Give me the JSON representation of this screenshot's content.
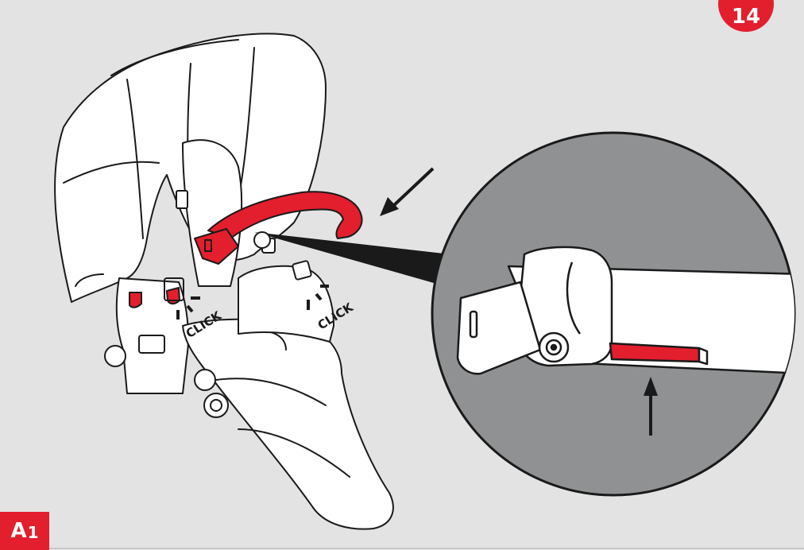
{
  "step_badge": {
    "number": "14",
    "color": "#e31e2d"
  },
  "sub_badge": {
    "letter": "A",
    "number": "1",
    "color": "#e31e2d"
  },
  "click_labels": [
    "CLICK",
    "CLICK"
  ],
  "colors": {
    "background": "#e3e3e3",
    "lens_fill": "#8f9192",
    "outline": "#1a1a1a",
    "accent_red": "#e31e2d",
    "part_fill": "#ffffff"
  },
  "icons": [
    "stroller-seat-drawing",
    "bumper-bar-part",
    "magnifier-lens",
    "arrow-down-left",
    "arrow-up"
  ]
}
